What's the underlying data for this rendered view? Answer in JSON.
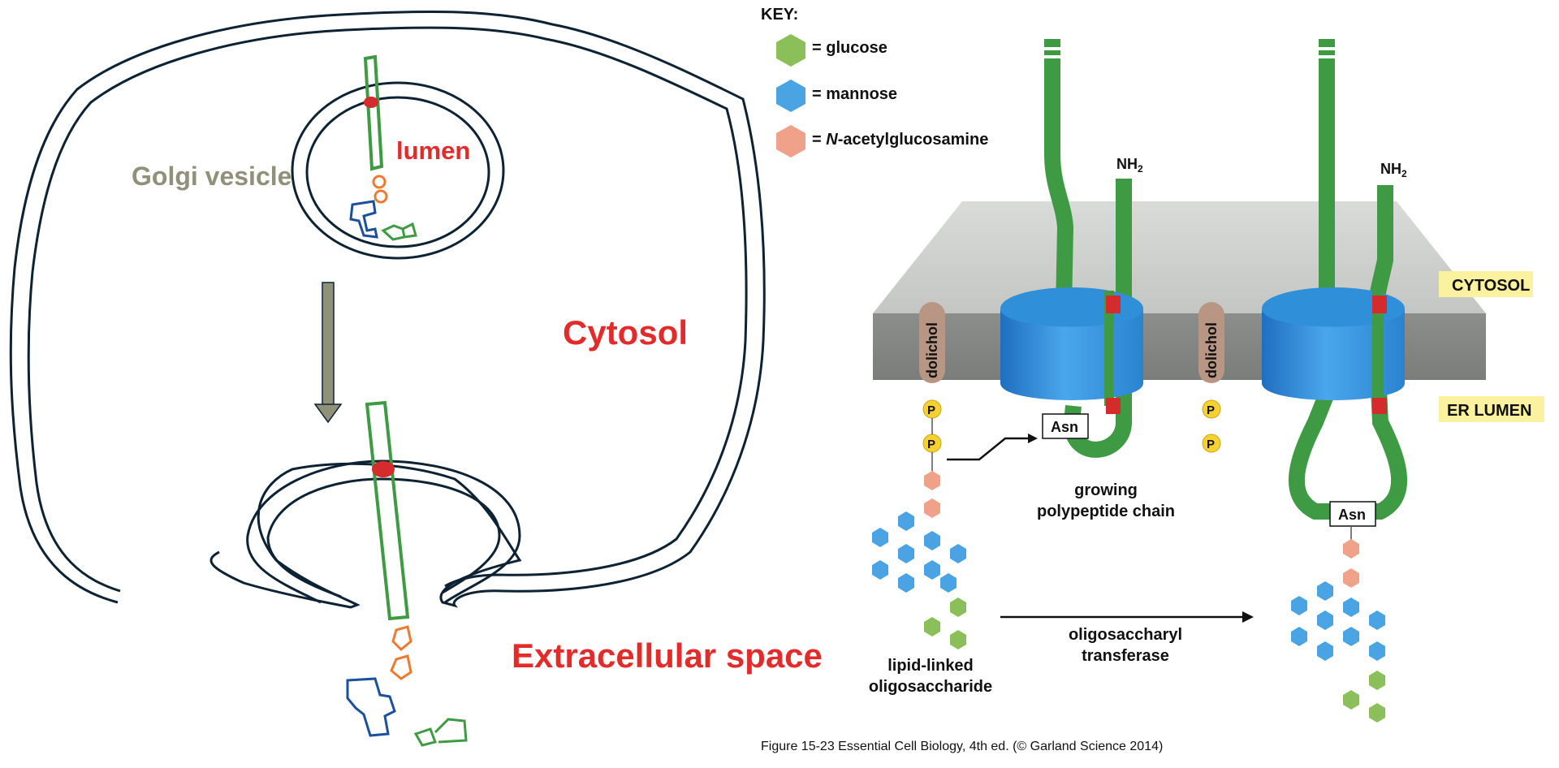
{
  "left_panel": {
    "golgi_vesicle_label": "Golgi vesicle",
    "lumen_label": "lumen",
    "cytosol_label": "Cytosol",
    "extracellular_label": "Extracellular space"
  },
  "key": {
    "title": "KEY:",
    "items": [
      {
        "label": "= glucose",
        "color": "#8bbf5a",
        "icon": "hexagon-icon"
      },
      {
        "label": "= mannose",
        "color": "#4aa3e2",
        "icon": "hexagon-icon"
      },
      {
        "label_prefix": "= ",
        "label_italic": "N",
        "label_suffix": "-acetylglucosamine",
        "color": "#f0a189",
        "icon": "hexagon-icon"
      }
    ]
  },
  "figure": {
    "nh2_label": "NH",
    "nh2_subscript": "2",
    "cytosol_tag": "CYTOSOL",
    "er_lumen_tag": "ER LUMEN",
    "dolichol_label": "dolichol",
    "phosphate_label": "P",
    "asn_label": "Asn",
    "growing_chain_line1": "growing",
    "growing_chain_line2": "polypeptide chain",
    "lipid_linked_line1": "lipid-linked",
    "lipid_linked_line2": "oligosaccharide",
    "transferase_line1": "oligosaccharyl",
    "transferase_line2": "transferase",
    "caption": "Figure 15-23  Essential Cell Biology, 4th ed. (© Garland Science 2014)"
  },
  "colors": {
    "membrane": "#0d2233",
    "protein_green": "#3e9b43",
    "anchor_red": "#d42c2c",
    "chain_orange": "#ee7a2f",
    "glycan_blue": "#1c4f9c",
    "label_red": "#e32b2b",
    "label_gray": "#8f9179",
    "tag_yellow": "#fbf2a0",
    "channel_blue": "#2f8fd8",
    "dolichol_brown": "#b99684",
    "phosphate_yellow": "#f6d131"
  }
}
